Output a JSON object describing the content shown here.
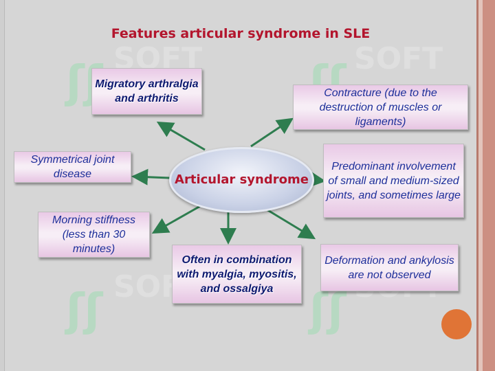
{
  "title": "Features articular syndrome in SLE",
  "center": "Articular syndrome",
  "boxes": {
    "migratory": "Migratory arthralgia and arthritis",
    "contracture": "Contracture (due to the destruction of muscles or ligaments)",
    "symmetrical": "Symmetrical joint disease",
    "predominant": "Predominant involvement of small and medium-sized joints, and sometimes large",
    "morning": "Morning stiffness (less than 30 minutes)",
    "combination": "Often in combination with myalgia, myositis, and ossalgiya",
    "deformation": "Deformation and ankylosis are not observed"
  },
  "watermark": {
    "text": "SOFT",
    "logo_icon": "sigma-logo-icon"
  },
  "colors": {
    "title": "#b3152d",
    "box_text": "#1d2f9a",
    "arrow": "#2e7d4f",
    "accent_dot": "#e07436"
  }
}
